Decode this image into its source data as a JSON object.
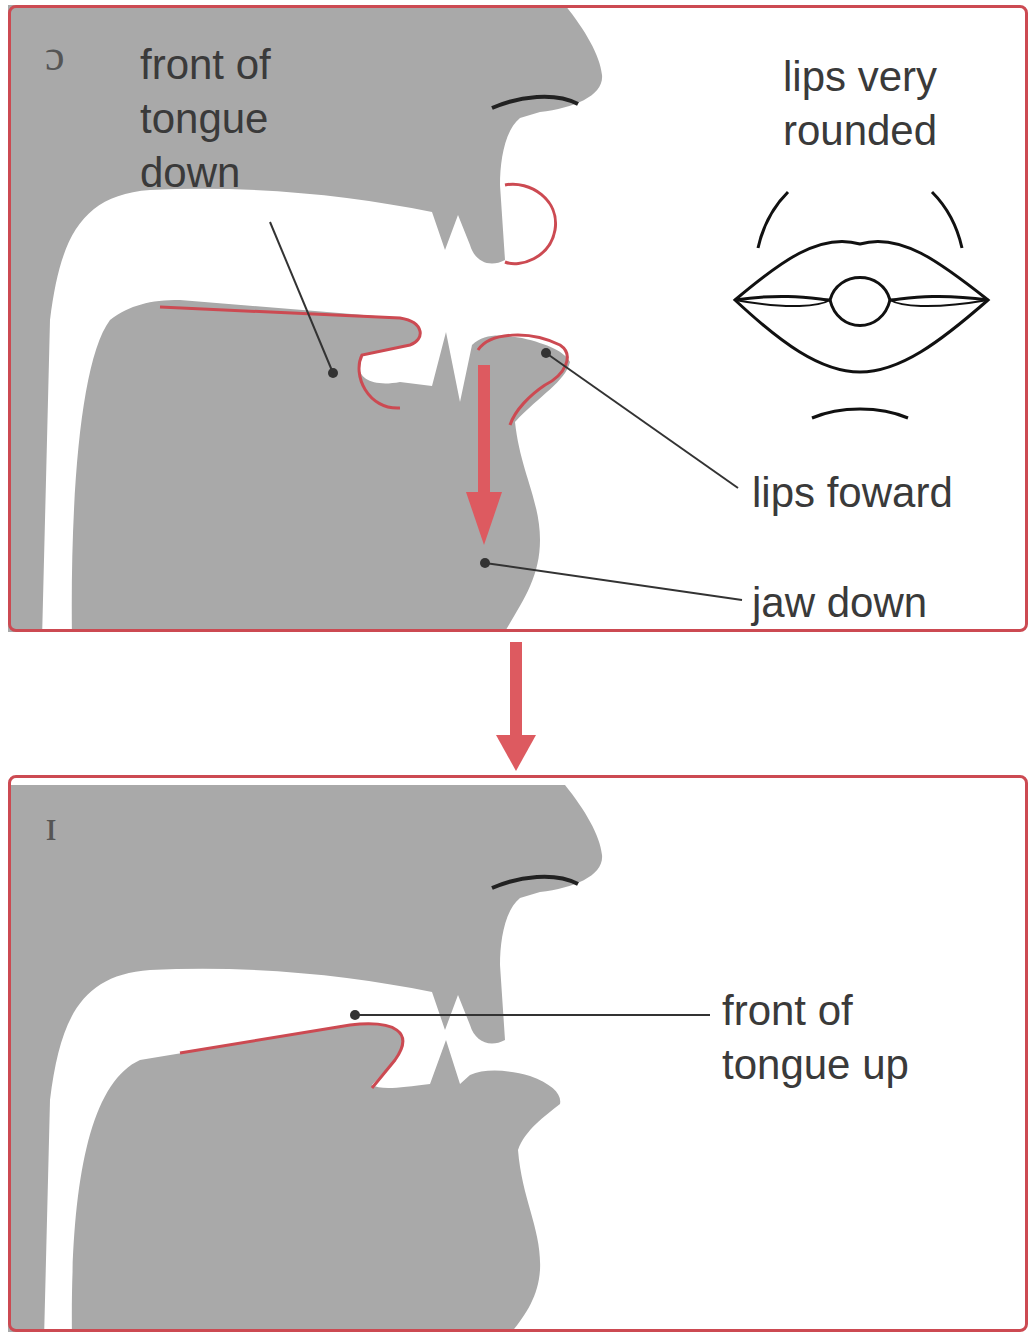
{
  "diagram": {
    "nodes": [
      {
        "text": [
          "ɔ"
        ]
      },
      {
        "text": [
          "ɪ"
        ]
      }
    ],
    "edges": [
      {
        "from": 0,
        "to": 1,
        "arrow": "to"
      }
    ],
    "labels": [
      "front of tongue down",
      "lips very rounded",
      "lips foward",
      "jaw down",
      "front of tongue up"
    ]
  }
}
